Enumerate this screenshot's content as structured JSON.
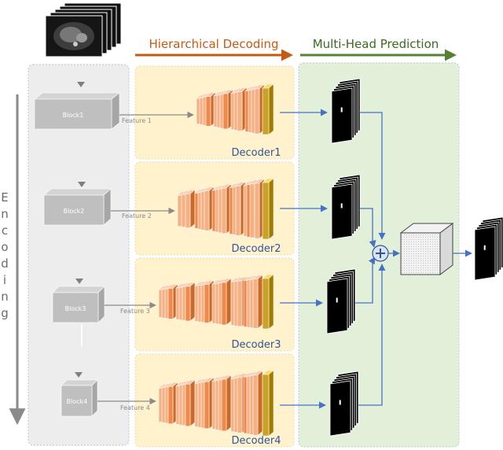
{
  "headers": {
    "decoding": "Hierarchical Decoding",
    "prediction": "Multi-Head Prediction"
  },
  "encoding_label": [
    "E",
    "n",
    "c",
    "o",
    "d",
    "i",
    "n",
    "g"
  ],
  "blocks": [
    "Block1",
    "Block2",
    "Block3",
    "Block4"
  ],
  "features": [
    "Feature 1",
    "Feature 2",
    "Feature 3",
    "Feature 4"
  ],
  "decoders": [
    "Decoder1",
    "Decoder2",
    "Decoder3",
    "Decoder4"
  ],
  "colors": {
    "decoding_arrow": "#c55a11",
    "prediction_arrow": "#548235",
    "decoder_text": "#2f5597",
    "flow_arrow": "#4472c4",
    "encoder_panel": "#ededed",
    "decoder_panel": "#fff2cc",
    "prediction_panel": "#e2f0d9",
    "layer_orange": "#f4b183",
    "layer_gold": "#bf9000"
  },
  "icons": {
    "fusion": "plus-circle-icon",
    "ct_input": "ct-slice-stack-icon",
    "output_cube": "fused-volume-cube-icon"
  }
}
